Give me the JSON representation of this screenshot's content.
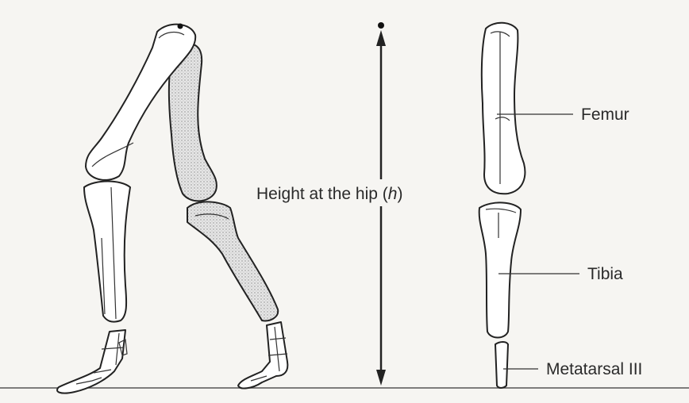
{
  "labels": {
    "height": "Height at the hip (",
    "height_var": "h",
    "height_close": ")",
    "femur": "Femur",
    "tibia": "Tibia",
    "metatarsal": "Metatarsal III"
  },
  "colors": {
    "ink": "#222222",
    "stipple": "#d3d3d3",
    "bone_fill": "#ffffff",
    "background": "#f6f5f2"
  }
}
